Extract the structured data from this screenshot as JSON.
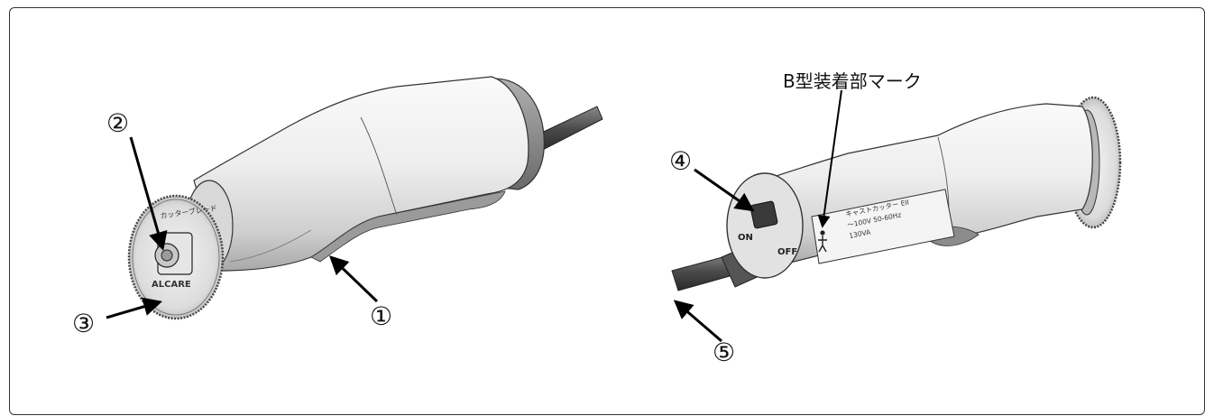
{
  "callouts": {
    "c1": "①",
    "c2": "②",
    "c3": "③",
    "c4": "④",
    "c5": "⑤",
    "b_type_mark": "B型装着部マーク"
  },
  "left_device": {
    "blade_label": "カッターブレード",
    "brand": "ALCARE"
  },
  "right_device": {
    "switch_on": "ON",
    "switch_off": "OFF",
    "nameplate_title": "キャストカッター EII",
    "nameplate_rating": "～100V  50-60Hz",
    "nameplate_power": "130VA"
  }
}
